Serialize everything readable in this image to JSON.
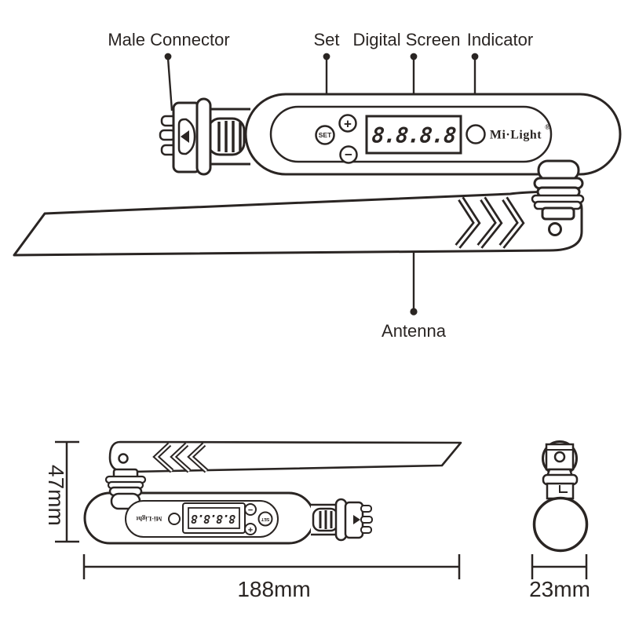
{
  "colors": {
    "ink": "#2a2523",
    "bg": "#ffffff"
  },
  "callouts": {
    "male_connector": "Male Connector",
    "set": "Set",
    "digital_screen": "Digital Screen",
    "indicator": "Indicator",
    "antenna": "Antenna"
  },
  "device": {
    "brand": "Mi·Light",
    "registered_mark": "®",
    "set_button": "SET",
    "plus_button": "+",
    "minus_button": "−",
    "screen_value": "8.8.8.8"
  },
  "dimensions": {
    "height": "47mm",
    "length": "188mm",
    "diameter": "23mm"
  }
}
